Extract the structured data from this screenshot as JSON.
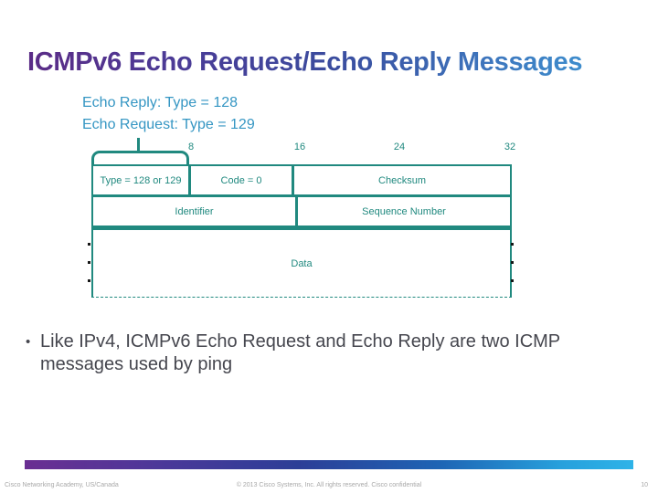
{
  "slide": {
    "title": "ICMPv6 Echo Request/Echo Reply Messages"
  },
  "subtitle": {
    "line1": "Echo Reply: Type = 128",
    "line2": "Echo Request: Type = 129"
  },
  "diagram": {
    "bit_labels": [
      "8",
      "16",
      "24",
      "32"
    ],
    "fields": {
      "type": "Type = 128 or 129",
      "code": "Code = 0",
      "checksum": "Checksum",
      "identifier": "Identifier",
      "sequence": "Sequence Number",
      "data": "Data"
    }
  },
  "bullet": {
    "marker": "•",
    "text": "Like IPv4, ICMPv6 Echo Request and Echo Reply are two ICMP\nmessages used by ping"
  },
  "footer": {
    "left": "Cisco Networking Academy, US/Canada",
    "center": "© 2013 Cisco Systems, Inc. All rights reserved. Cisco confidential",
    "page": "10"
  },
  "colors": {
    "title_gradient_start": "#5B2C87",
    "title_gradient_mid": "#3A4C9E",
    "title_gradient_end": "#3E9BD6",
    "subtitle_text": "#3596C3",
    "diagram_teal": "#20897F",
    "body_text": "#45464E",
    "footer_bar_start": "#6A2E92",
    "footer_bar_mid": "#2C3E97",
    "footer_bar_end": "#2EB3E8"
  }
}
